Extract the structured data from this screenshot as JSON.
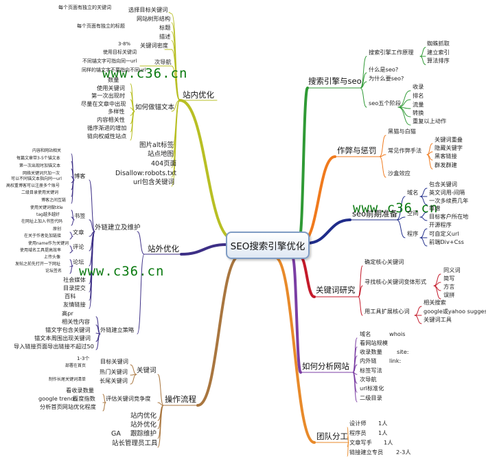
{
  "title": "SEO搜索引擎优化",
  "watermark": "www.c36.cn",
  "colors": {
    "onsite": "#b8bf24",
    "offsite": "#3d2f86",
    "process": "#a9763f",
    "search_engine": "#2f9a35",
    "cheat": "#f07a1d",
    "seo_prep": "#1f2c8a",
    "keyword": "#c41a2a",
    "analyze": "#7b3ea4",
    "team": "#e88a2a"
  },
  "branches": {
    "onsite": {
      "label": "站内优化",
      "items": [
        "每个页面有独立的关键词",
        "选择目标关键词",
        "网站树形结构",
        "每个页面有独立的标题",
        "标题",
        "描述",
        "3-8%",
        "关键词密度",
        "使用目标关键词",
        "不同锚文字可指向同一url",
        "同样的锚文字不要指向不同url",
        "次导航",
        "数量",
        "使用关键词",
        "第一次出现时",
        "尽量在文章中出现",
        "多样性",
        "内容相关性",
        "循序渐进的增加",
        "链向权威性站点",
        "如何做锚文本",
        "图片alt标签",
        "站点地图",
        "404页面",
        "Disallow:",
        "robots.txt",
        "url包含关键词"
      ]
    },
    "offsite": {
      "label": "站外优化",
      "section": "外链建立及维护",
      "items": [
        "内容和网站相关",
        "每篇文章带3-5个锚文本",
        "第一次出现时加锚文本",
        "网络关键词只加一次",
        "可以不同锚文本指向同一url",
        "高权重博客可以注册多个账号",
        "二级目录使用关键词",
        "博客之间互链",
        "博客",
        "使用关键词做title",
        "tag越多越好",
        "在网址上加入书签代码",
        "书签",
        "原创",
        "在关于作者处加链接",
        "文章",
        "使用name作为关键词",
        "使用域名工具提高效率",
        "评论",
        "上传头像",
        "发帖之前先打开一下网址",
        "论坛签名",
        "论坛",
        "社会媒体",
        "目录提交",
        "百科",
        "友情链接",
        "高pr",
        "相关性内容",
        "锚文字包含关键词",
        "锚文本周围出现关键词",
        "导入链接页面导出链接不超过50",
        "外链建立策略"
      ]
    },
    "process": {
      "label": "操作流程",
      "items": [
        "1-3个",
        "部署在首页",
        "目标关键词",
        "热门关键词",
        "制作长尾关键词清单",
        "长尾关键词",
        "关键词",
        "看收录数量",
        "google trends",
        "百度指数",
        "分析首页网站优化程度",
        "评估关键词竞争度",
        "站内优化",
        "站外优化",
        "GA",
        "跟踪维护",
        "站长管理员工具"
      ]
    },
    "search_engine": {
      "label": "搜索引擎与seo",
      "items": [
        "搜索引擎工作原理",
        "蜘蛛抓取",
        "建立索引",
        "算法排序",
        "什么是seo?",
        "为什么要seo?",
        "seo五个阶段",
        "收录",
        "排名",
        "流量",
        "转换",
        "重复以上动作"
      ]
    },
    "cheat": {
      "label": "作弊与惩罚",
      "items": [
        "黑猫与白猫",
        "常见作弊手法",
        "关键词重叠",
        "隐藏关键字",
        "黑客链接",
        "群发群建",
        "沙盒效应"
      ]
    },
    "seo_prep": {
      "label": "seo前期准备",
      "items": [
        "域名",
        "包含关键词",
        "英文词用-间隔",
        "一次多续费几年",
        "空间",
        "靠谱",
        "目标客户所在地",
        "程序",
        "开源程序",
        "可自定义url",
        "前端Div+Css"
      ]
    },
    "keyword": {
      "label": "关键词研究",
      "items": [
        "确定核心关键词",
        "寻找核心关键词变体形式",
        "同义词",
        "简写",
        "方言",
        "误拼",
        "用工具扩展核心词",
        "相关搜索",
        "google或yahoo suggest",
        "关键词工具"
      ]
    },
    "analyze": {
      "label": "如何分析网站",
      "items": [
        "域名",
        "whois",
        "看网站规模",
        "收录数量",
        "site:",
        "内外链",
        "link:",
        "标签写法",
        "次导航",
        "url标准化",
        "二级目录"
      ]
    },
    "team": {
      "label": "团队分工",
      "items": [
        "设计师",
        "1人",
        "程序员",
        "1人",
        "文章写手",
        "1人",
        "链接建立专员",
        "2-3人"
      ]
    }
  }
}
